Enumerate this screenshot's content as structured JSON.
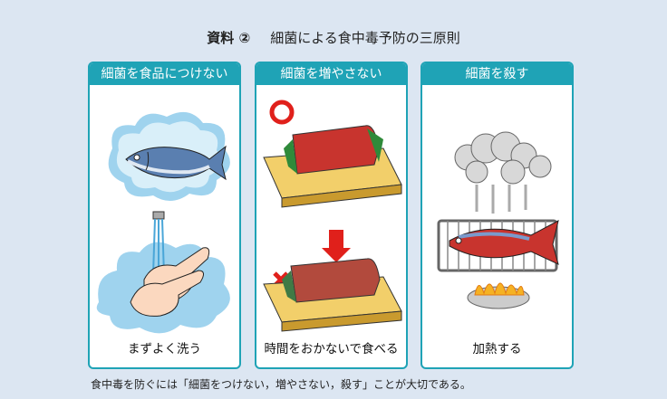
{
  "title": {
    "label": "資料 ②",
    "text": "細菌による食中毒予防の三原則"
  },
  "panels": [
    {
      "header": "細菌を食品につけない",
      "caption": "まずよく洗う"
    },
    {
      "header": "細菌を増やさない",
      "caption": "時間をおかないで食べる"
    },
    {
      "header": "細菌を殺す",
      "caption": "加熱する"
    }
  ],
  "footnote": "食中毒を防ぐには「細菌をつけない，増やさない，殺す」ことが大切である。",
  "colors": {
    "accent": "#1fa3b6",
    "background": "#dce6f2",
    "good_mark": "#e0201b",
    "arrow": "#e0201b"
  },
  "icons": [
    "fish-icon",
    "washing-hands-icon",
    "circle-mark-icon",
    "cross-mark-icon",
    "down-arrow-icon",
    "sashimi-icon",
    "grill-fish-icon",
    "steam-icon",
    "flame-icon"
  ]
}
